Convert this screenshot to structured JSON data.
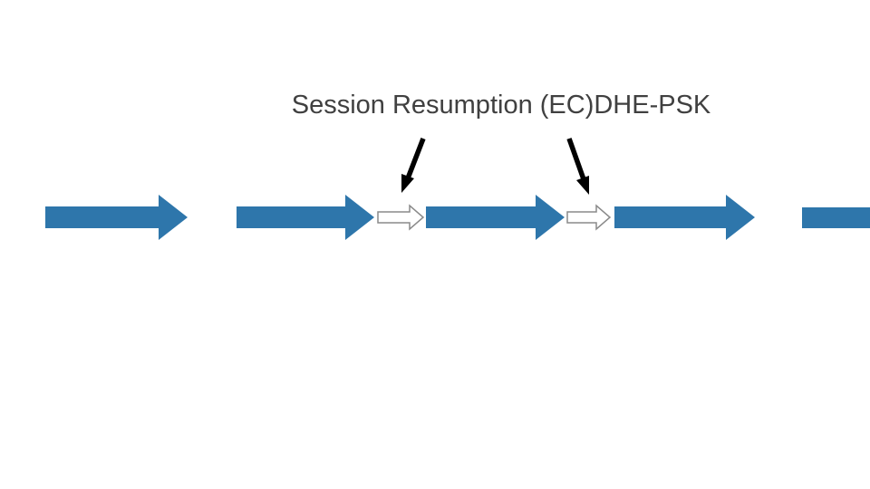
{
  "annotation": {
    "label": "Session Resumption (EC)DHE-PSK"
  },
  "colors": {
    "background": "#ffffff",
    "annotation_text": "#404040",
    "session_arrow_fill": "#2e76ab",
    "resumption_arrow_fill": "#ffffff",
    "resumption_arrow_stroke": "#8a8a8a",
    "callout_arrow": "#000000"
  },
  "icons": {
    "session_arrow": "thick-right-arrow",
    "resumption_arrow": "small-outlined-right-arrow",
    "callout_arrow": "black-pointer-arrow"
  },
  "counts": {
    "session_arrows": 5,
    "resumption_arrows": 2,
    "callout_arrows": 2
  }
}
